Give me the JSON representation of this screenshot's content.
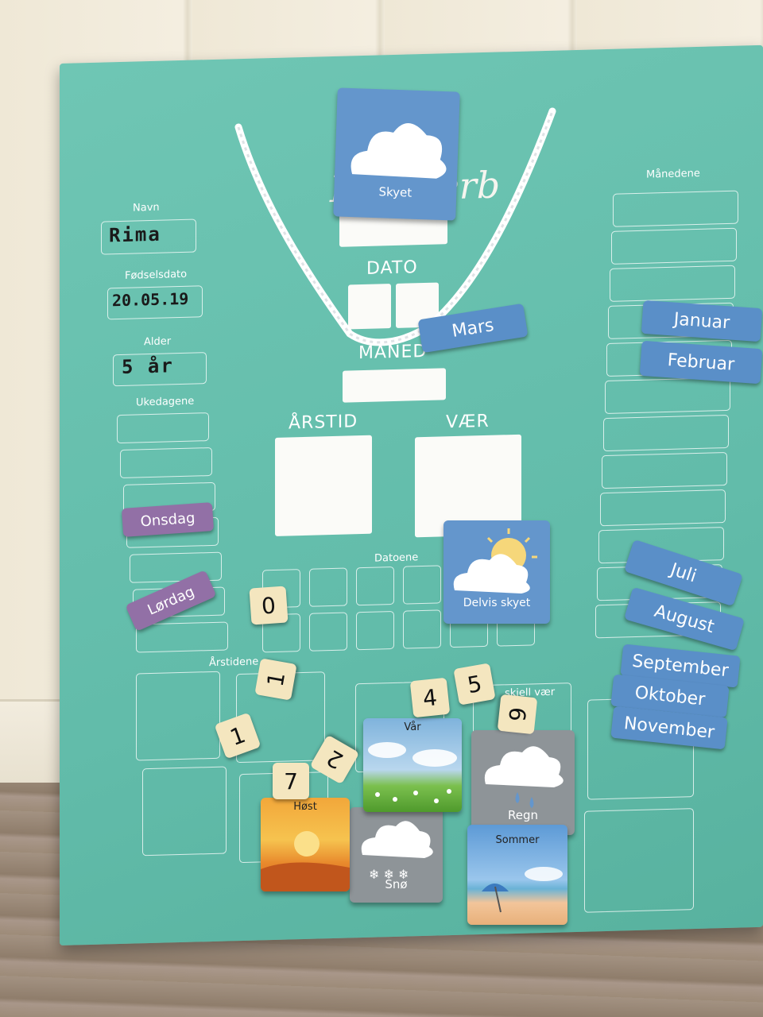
{
  "board": {
    "title": "Mín        derb",
    "labels": {
      "navn": "Navn",
      "fodselsdato": "Fødselsdato",
      "alder": "Alder",
      "ukedagene": "Ukedagene",
      "manedene": "Månedene",
      "dato": "DATO",
      "maned": "MÅNED",
      "arstid": "ÅRSTID",
      "vaer": "VÆR",
      "datoene": "Datoene",
      "arstidene": "Årstidene",
      "skjell_vaer": "skjell vær"
    },
    "handwritten": {
      "name": "Rima",
      "birthdate": "20.05.19",
      "age": "5 år"
    }
  },
  "magnets": {
    "months": [
      "Mars",
      "Januar",
      "Februar",
      "Juli",
      "August",
      "September",
      "Oktober",
      "November"
    ],
    "weekdays": [
      "Onsdag",
      "Lørdag"
    ],
    "numbers": [
      "0",
      "1",
      "4",
      "5",
      "6",
      "1",
      "2",
      "7"
    ],
    "weather_cards": {
      "skyet": "Skyet",
      "delvis_skyet": "Delvis skyet",
      "regn": "Regn",
      "sno": "Snø"
    },
    "season_cards": {
      "var": "Vår",
      "host": "Høst",
      "sommer": "Sommer"
    }
  },
  "colors": {
    "board": "#66c0ad",
    "month_tag": "#5a8fc8",
    "weekday_tag": "#9270a6",
    "number_tile": "#f4e6bf"
  }
}
